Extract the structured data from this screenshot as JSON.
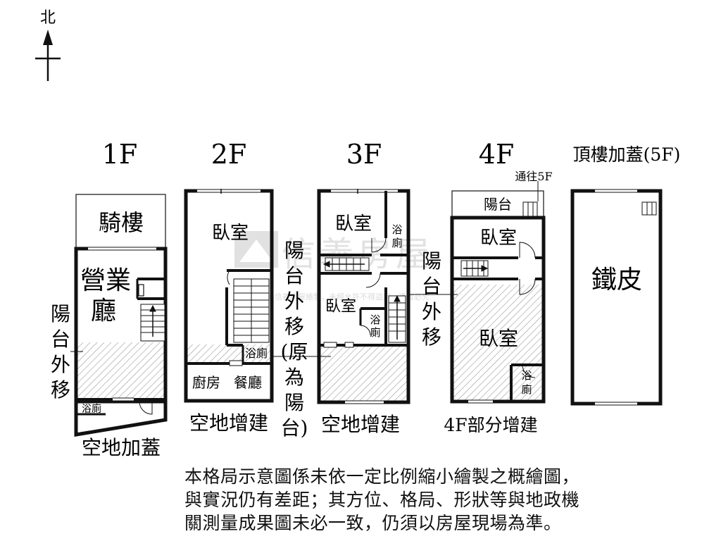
{
  "compass": {
    "label": "北",
    "icon": "north-arrow-icon"
  },
  "floors": {
    "f1": {
      "title": "1F",
      "rooms": {
        "arcade": "騎樓",
        "business_hall_1": "營業",
        "business_hall_2": "廳",
        "bath": "浴廁"
      },
      "side_note": [
        "陽",
        "台",
        "外",
        "移"
      ],
      "caption": "空地加蓋"
    },
    "f2": {
      "title": "2F",
      "rooms": {
        "bedroom": "臥室",
        "bath": "浴廁",
        "kitchen": "廚房",
        "dining": "餐廳"
      },
      "side_note": [
        "陽",
        "台",
        "外",
        "移",
        "(原",
        "為",
        "陽",
        "台)"
      ],
      "caption": "空地增建"
    },
    "f3": {
      "title": "3F",
      "rooms": {
        "bedroom_a": "臥室",
        "bedroom_b": "臥室",
        "bath_a_1": "浴",
        "bath_a_2": "廁",
        "bath_b_1": "浴",
        "bath_b_2": "廁"
      },
      "side_note": [
        "陽",
        "台",
        "外",
        "移"
      ],
      "caption": "空地增建"
    },
    "f4": {
      "title": "4F",
      "stair_note": "通往5F",
      "rooms": {
        "balcony": "陽台",
        "bedroom_a": "臥室",
        "bedroom_b": "臥室",
        "bath_1": "浴",
        "bath_2": "廁"
      },
      "caption": "4F部分增建"
    },
    "f5": {
      "title": "頂樓加蓋(5F)",
      "rooms": {
        "iron_sheet": "鐵皮"
      }
    }
  },
  "watermark": {
    "brand": "信義房屋",
    "fine_print": "本格局圖為信義房屋繪製，未經允許不得盜用，違者必究"
  },
  "disclaimer": [
    "本格局示意圖係未依一定比例縮小繪製之概繪圖，",
    "與實況仍有差距；其方位、格局、形狀等與地政機",
    "關測量成果圖未必一致，仍須以房屋現場為準。"
  ],
  "colors": {
    "line": "#111111",
    "hatch": "#9a9a9a",
    "watermark": "#c9c9c9"
  }
}
